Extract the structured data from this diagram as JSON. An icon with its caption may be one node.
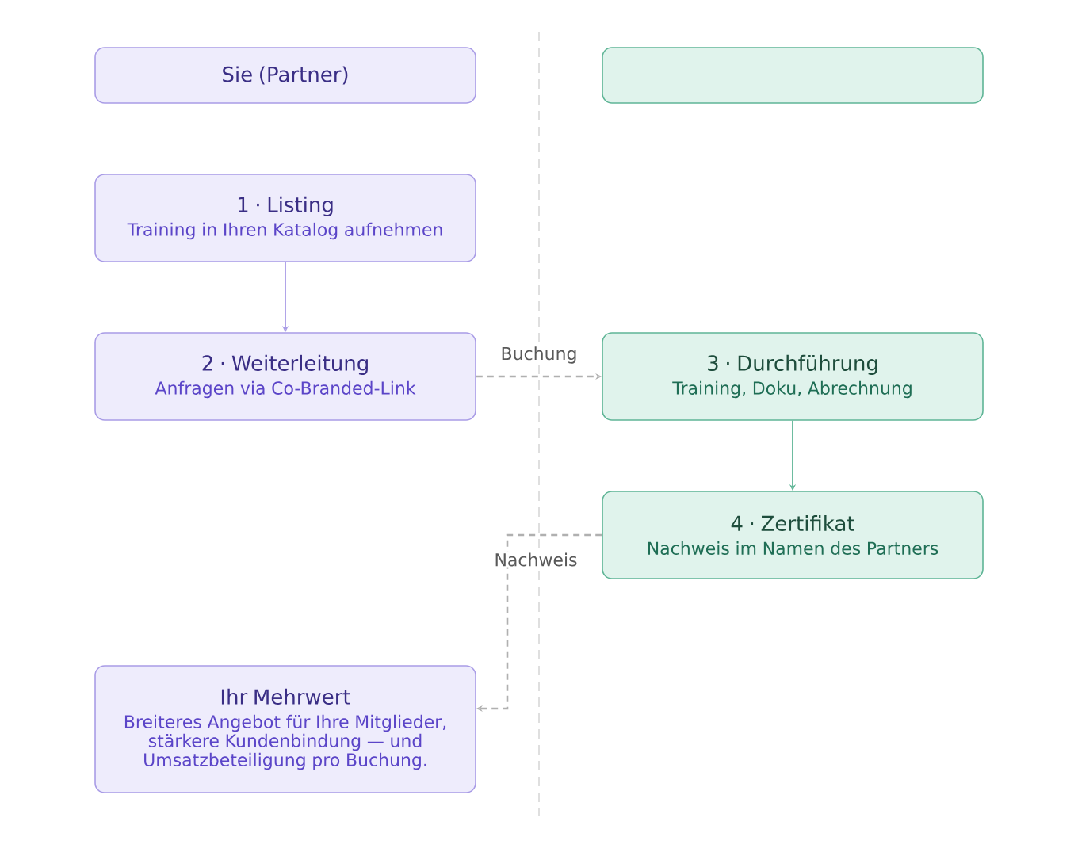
{
  "diagram": {
    "nodes": [
      {
        "text": [
          "Sie (Partner)"
        ]
      },
      {
        "text": [],
        "shape": "box"
      },
      {
        "text": [
          "1 · Listing",
          "Training in Ihren Katalog aufnehmen"
        ]
      },
      {
        "text": [
          "2 · Weiterleitung",
          "Anfragen via Co-Branded-Link"
        ]
      },
      {
        "text": [
          "3 · Durchführung",
          "Training, Doku, Abrechnung"
        ]
      },
      {
        "text": [
          "4 · Zertifikat",
          "Nachweis im Namen des Partners"
        ]
      },
      {
        "text": [
          "Ihr Mehrwert",
          "Breiteres Angebot für Ihre Mitglieder, stärkere Kundenbindung — und Umsatzbeteiligung pro Buchung."
        ]
      }
    ],
    "edges": [
      {
        "from": 2,
        "to": 3,
        "arrow": "to",
        "color": "#a99ce6"
      },
      {
        "from": 3,
        "to": 4,
        "arrow": "to",
        "label": "Buchung",
        "style": "dashed",
        "color": "#b0b0b0"
      },
      {
        "from": 4,
        "to": 5,
        "arrow": "to",
        "color": "#5fb596"
      },
      {
        "from": 5,
        "to": 6,
        "arrow": "to",
        "label": "Nachweis",
        "style": "dashed",
        "color": "#b0b0b0"
      }
    ]
  }
}
